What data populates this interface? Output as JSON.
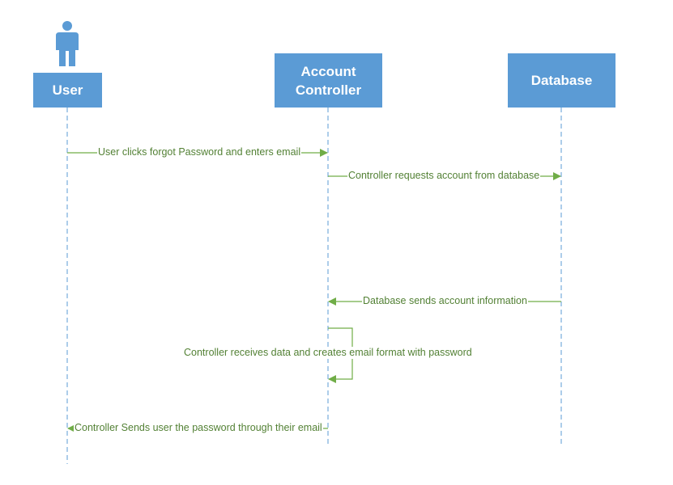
{
  "participants": {
    "user": {
      "label": "User"
    },
    "account_controller": {
      "line1": "Account",
      "line2": "Controller"
    },
    "database": {
      "label": "Database"
    }
  },
  "messages": [
    {
      "from": "User",
      "to": "Account Controller",
      "text": "User clicks forgot Password and enters email"
    },
    {
      "from": "Account Controller",
      "to": "Database",
      "text": "Controller requests account from database"
    },
    {
      "from": "Database",
      "to": "Account Controller",
      "text": "Database sends account information"
    },
    {
      "from": "Account Controller",
      "to": "Account Controller",
      "text": "Controller receives data and creates email format with password"
    },
    {
      "from": "Account Controller",
      "to": "User",
      "text": "Controller Sends user the password through their email"
    }
  ],
  "colors": {
    "actor_fill": "#5b9bd5",
    "actor_text": "#ffffff",
    "lifeline": "#5b9bd5",
    "message": "#70ad47",
    "message_text": "#538135"
  },
  "icons": {
    "user": "person-icon"
  }
}
